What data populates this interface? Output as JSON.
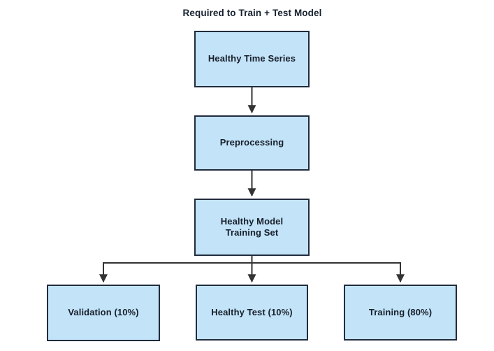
{
  "title": "Required to Train + Test Model",
  "diagram": {
    "type": "flowchart",
    "direction": "top-down"
  },
  "nodes": [
    {
      "id": "healthy-time-series",
      "label": "Healthy Time Series"
    },
    {
      "id": "preprocessing",
      "label": "Preprocessing"
    },
    {
      "id": "healthy-model-training-set",
      "label": "Healthy Model\nTraining Set"
    },
    {
      "id": "validation",
      "label": "Validation (10%)"
    },
    {
      "id": "healthy-test",
      "label": "Healthy Test (10%)"
    },
    {
      "id": "training",
      "label": "Training (80%)"
    }
  ],
  "edges": [
    {
      "from": "healthy-time-series",
      "to": "preprocessing"
    },
    {
      "from": "preprocessing",
      "to": "healthy-model-training-set"
    },
    {
      "from": "healthy-model-training-set",
      "to": "validation"
    },
    {
      "from": "healthy-model-training-set",
      "to": "healthy-test"
    },
    {
      "from": "healthy-model-training-set",
      "to": "training"
    }
  ],
  "colors": {
    "node_fill": "#c2e3f8",
    "node_border": "#212c3d",
    "text": "#181f2b",
    "connector": "#333333",
    "background": "#ffffff"
  }
}
